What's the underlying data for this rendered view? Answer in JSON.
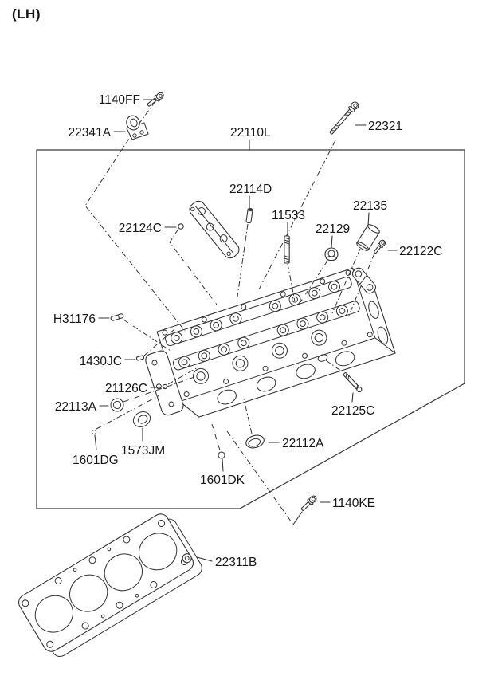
{
  "page": {
    "side_tag": "(LH)"
  },
  "colors": {
    "ink": "#333333",
    "paper": "#ffffff"
  },
  "parts": {
    "p1140FF": "1140FF",
    "p22341A": "22341A",
    "p22110L": "22110L",
    "p22321": "22321",
    "p22114D": "22114D",
    "p22124C": "22124C",
    "p11533": "11533",
    "p22135": "22135",
    "p22129": "22129",
    "p22122C": "22122C",
    "pH31176": "H31176",
    "p1430JC": "1430JC",
    "p21126C": "21126C",
    "p22113A": "22113A",
    "p1573JM": "1573JM",
    "p1601DG": "1601DG",
    "p1601DK": "1601DK",
    "p22112A": "22112A",
    "p22125C": "22125C",
    "p1140KE": "1140KE",
    "p22311B": "22311B"
  }
}
